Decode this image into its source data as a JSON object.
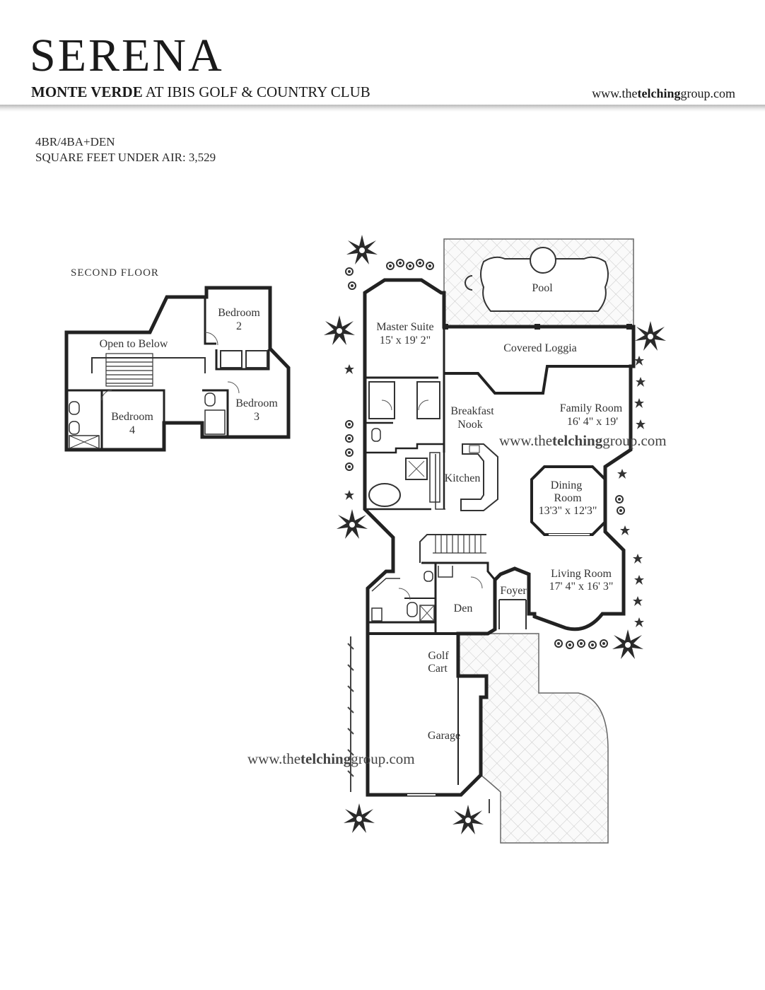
{
  "header": {
    "title": "SERENA",
    "subtitle_bold": "MONTE VERDE",
    "subtitle_rest": " AT IBIS GOLF & COUNTRY CLUB",
    "website_pre": "www.the",
    "website_bold": "telching",
    "website_post": "group.com"
  },
  "specs": {
    "line1": "4BR/4BA+DEN",
    "line2": "SQUARE FEET UNDER AIR: 3,529"
  },
  "second_floor": {
    "label": "SECOND FLOOR",
    "open_to_below": "Open to Below",
    "bedroom2": [
      "Bedroom",
      "2"
    ],
    "bedroom3": [
      "Bedroom",
      "3"
    ],
    "bedroom4": [
      "Bedroom",
      "4"
    ]
  },
  "first_floor": {
    "pool": "Pool",
    "master_suite": [
      "Master Suite",
      "15' x 19' 2\""
    ],
    "covered_loggia": "Covered Loggia",
    "breakfast_nook": [
      "Breakfast",
      "Nook"
    ],
    "family_room": [
      "Family Room",
      "16' 4\" x 19'"
    ],
    "kitchen": "Kitchen",
    "dining_room": [
      "Dining",
      "Room",
      "13'3\" x 12'3\""
    ],
    "living_room": [
      "Living Room",
      "17' 4\" x 16' 3\""
    ],
    "foyer": "Foyer",
    "den": "Den",
    "golf_cart": [
      "Golf",
      "Cart"
    ],
    "garage": "Garage"
  },
  "watermarks": {
    "pre": "www.the",
    "bold": "telching",
    "post": "group.com"
  }
}
